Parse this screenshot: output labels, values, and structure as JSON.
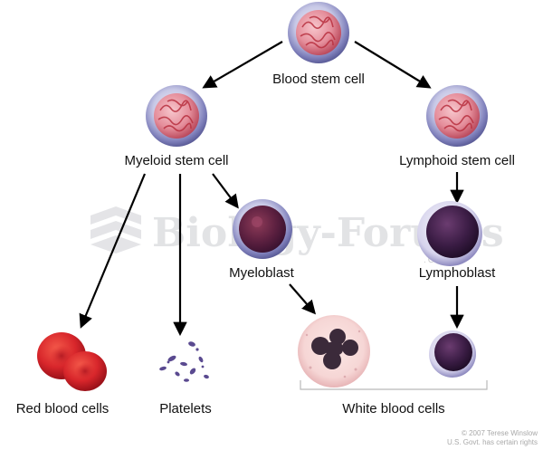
{
  "diagram": {
    "nodes": {
      "blood_stem_cell": "Blood stem cell",
      "myeloid_stem_cell": "Myeloid stem cell",
      "lymphoid_stem_cell": "Lymphoid stem cell",
      "myeloblast": "Myeloblast",
      "lymphoblast": "Lymphoblast",
      "red_blood_cells": "Red blood cells",
      "platelets": "Platelets",
      "white_blood_cells": "White blood cells"
    },
    "watermark": {
      "main": "Biology-Forums",
      "sub": ".COM"
    },
    "credit": {
      "line1": "© 2007 Terese Winslow",
      "line2": "U.S. Govt. has certain rights"
    },
    "colors": {
      "stem_membrane": "#8e8fc6",
      "stem_nucleus": "#e9a2ad",
      "stem_chromatin": "#b8303f",
      "red_cell": "#d8262b",
      "lymph_nucleus": "#3a1c44",
      "wbc_nucleus": "#3b2a3a",
      "wbc_cytoplasm": "#f6d6d5",
      "arrow": "#000000",
      "text": "#111111"
    }
  }
}
